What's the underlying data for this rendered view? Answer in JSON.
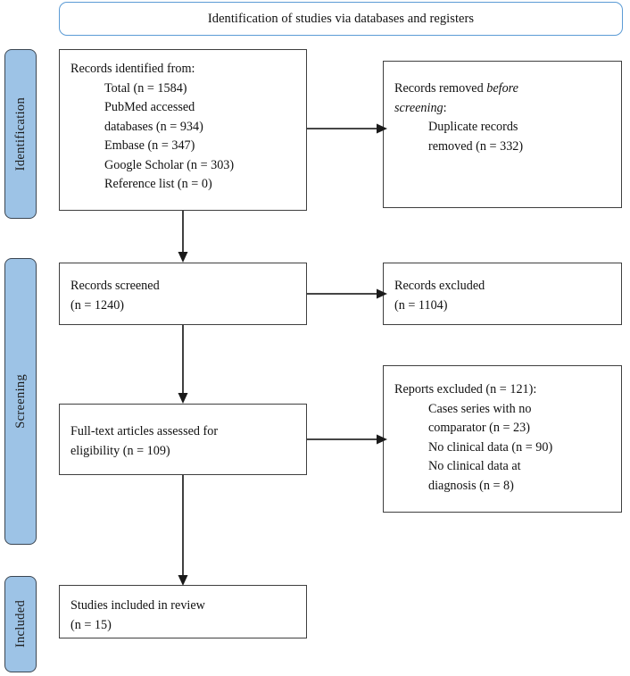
{
  "diagram": {
    "type": "prisma-flow-diagram",
    "header": {
      "label": "Identification of studies via databases and registers"
    },
    "stages": [
      {
        "id": "identification",
        "label": "Identification"
      },
      {
        "id": "screening",
        "label": "Screening"
      },
      {
        "id": "included",
        "label": "Included"
      }
    ],
    "boxes": {
      "records_identified": {
        "title": "Records identified from:",
        "items": [
          "Total (n = 1584)",
          "PubMed accessed",
          "databases (n = 934)",
          "Embase (n = 347)",
          "Google Scholar (n = 303)",
          "Reference list (n = 0)"
        ]
      },
      "records_removed": {
        "title_plain": "Records removed ",
        "title_italic": "before screening",
        "title_suffix": ":",
        "items": [
          "Duplicate records",
          "removed (n = 332)"
        ]
      },
      "records_screened": {
        "line1": "Records screened",
        "line2": "(n = 1240)"
      },
      "records_excluded": {
        "line1": "Records excluded",
        "line2": "(n = 1104)"
      },
      "fulltext_assessed": {
        "line1": "Full-text articles assessed for",
        "line2": "eligibility (n = 109)"
      },
      "reports_excluded": {
        "title": "Reports excluded (n = 121):",
        "items": [
          "Cases series with no",
          "comparator (n = 23)",
          "No clinical data (n = 90)",
          "No clinical data at",
          "diagnosis (n = 8)"
        ]
      },
      "studies_included": {
        "line1": "Studies included in review",
        "line2": "(n = 15)"
      }
    },
    "counts": {
      "total_identified": 1584,
      "pubmed_accessed_databases": 934,
      "embase": 347,
      "google_scholar": 303,
      "reference_list": 0,
      "duplicates_removed": 332,
      "records_screened": 1240,
      "records_excluded": 1104,
      "fulltext_assessed": 109,
      "reports_excluded_total": 121,
      "excluded_case_series_no_comparator": 23,
      "excluded_no_clinical_data": 90,
      "excluded_no_clinical_data_at_diagnosis": 8,
      "studies_included": 15
    },
    "colors": {
      "stage_fill": "#9DC3E6",
      "stage_border": "#3b4652",
      "banner_border": "#5B9BD5",
      "box_border": "#3f3f3f",
      "connector": "#2b2b2b",
      "background": "#ffffff",
      "text": "#111111"
    }
  }
}
